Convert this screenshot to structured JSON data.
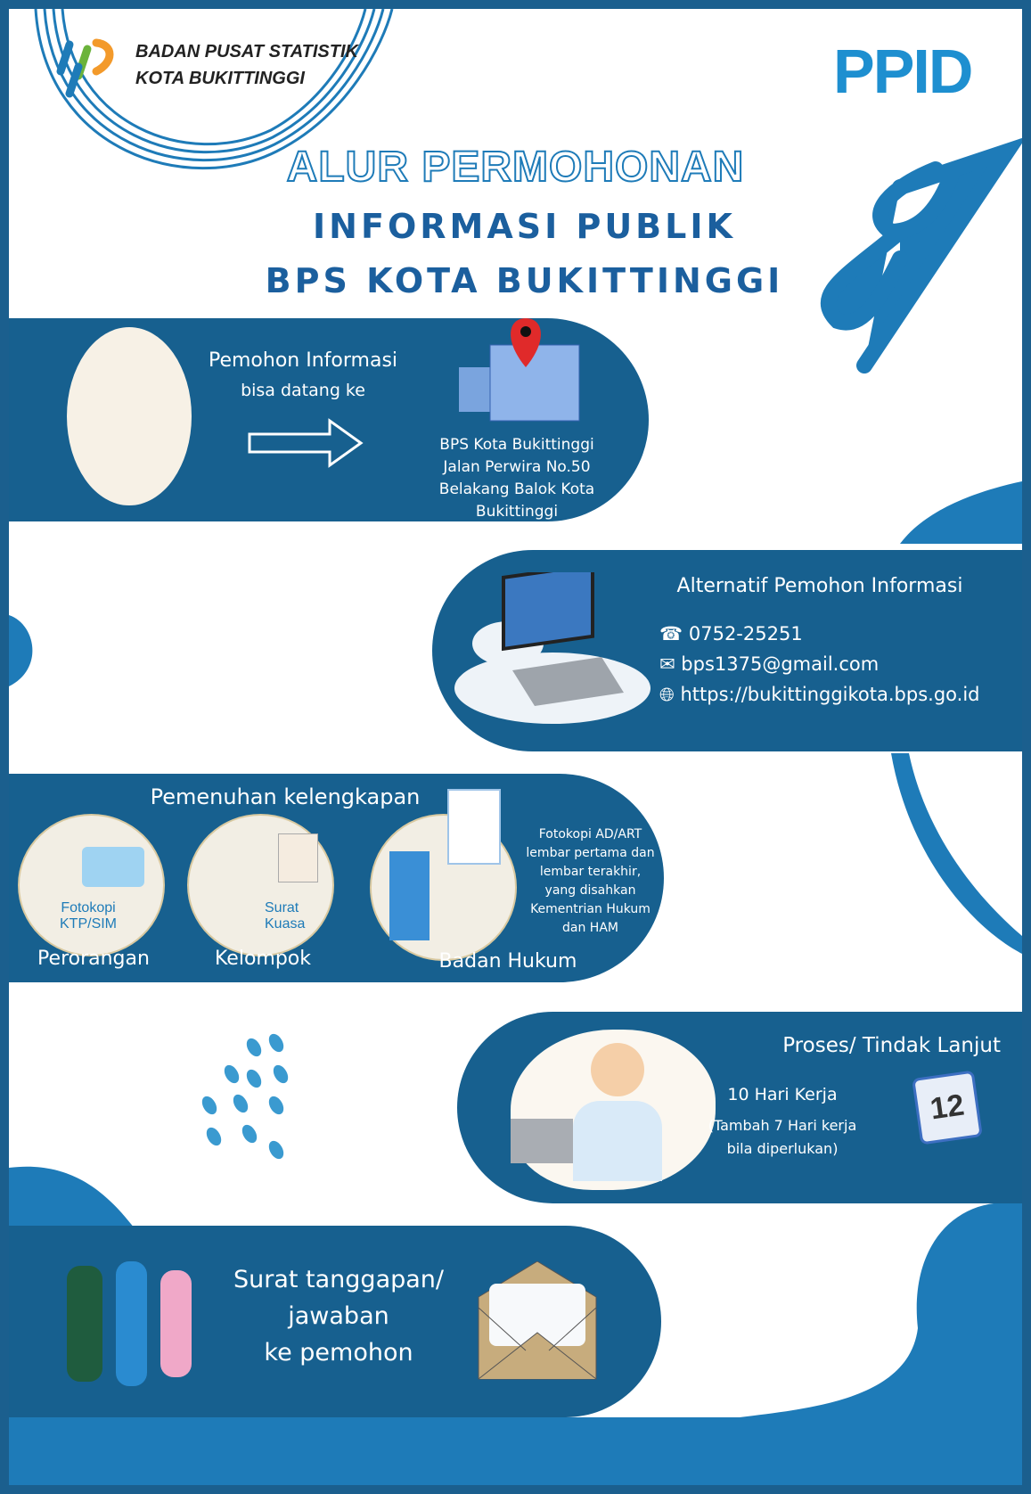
{
  "header": {
    "org_line1": "BADAN PUSAT STATISTIK",
    "org_line2": "KOTA BUKITTINGGI",
    "ppid_logo": "PPID",
    "title": "ALUR PERMOHONAN",
    "subtitle1": "INFORMASI PUBLIK",
    "subtitle2": "BPS KOTA BUKITTINGGI"
  },
  "step1": {
    "heading": "Pemohon Informasi",
    "sub": "bisa datang ke",
    "address": [
      "BPS Kota Bukittinggi",
      "Jalan Perwira No.50",
      "Belakang Balok Kota",
      "Bukittinggi"
    ]
  },
  "step2": {
    "heading": "Alternatif Pemohon Informasi",
    "phone": "0752-25251",
    "email": "bps1375@gmail.com",
    "website": "https://bukittinggikota.bps.go.id"
  },
  "step3": {
    "heading": "Pemenuhan kelengkapan",
    "perorangan": {
      "label": "Perorangan",
      "doc": [
        "Fotokopi",
        "KTP/SIM"
      ]
    },
    "kelompok": {
      "label": "Kelompok",
      "doc": [
        "Surat",
        "Kuasa"
      ]
    },
    "badan_hukum": {
      "label": "Badan Hukum",
      "doc": [
        "Fotokopi AD/ART",
        "lembar pertama dan",
        "lembar terakhir,",
        "yang disahkan",
        "Kementrian Hukum",
        "dan HAM"
      ]
    }
  },
  "step4": {
    "heading": "Proses/ Tindak Lanjut",
    "days": "10 Hari Kerja",
    "extra1": "(Tambah 7 Hari kerja",
    "extra2": "bila diperlukan)",
    "calendar_number": "12"
  },
  "step5": {
    "lines": [
      "Surat tanggapan/",
      "jawaban",
      "ke pemohon"
    ]
  },
  "colors": {
    "band": "#17608f",
    "accent": "#1e7bb8",
    "orange": "#f39a2b"
  }
}
